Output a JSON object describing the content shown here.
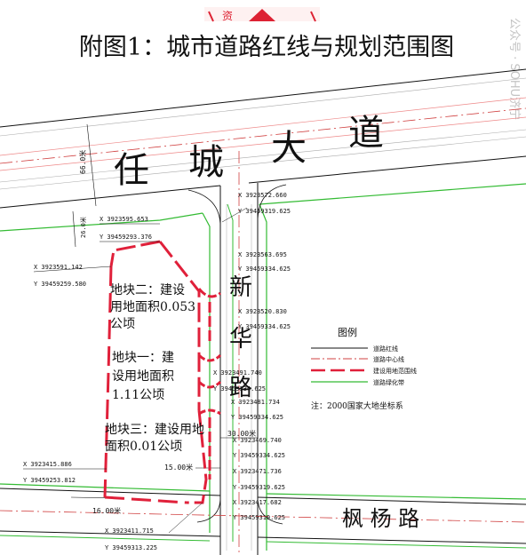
{
  "stamp_text": "资",
  "title": "附图1：城市道路红线与规划范围图",
  "roads": {
    "rencheng": [
      "任",
      "城",
      "大",
      "道"
    ],
    "xinhua": [
      "新",
      "华",
      "路"
    ],
    "fengyang": "枫 杨 路"
  },
  "widths": {
    "rencheng": "66.0米",
    "side": "26.0米",
    "xinhua": "30.00米",
    "mid": "15.00米",
    "fengyang": "16.00米"
  },
  "parcels": {
    "two": [
      "地块二：建设",
      "用地面积0.053",
      "公顷"
    ],
    "one": [
      "地块一：建",
      "设用地面积",
      "1.11公顷"
    ],
    "three": [
      "地块三：建设用地",
      "面积0.01公顷"
    ]
  },
  "coords": [
    "X 3923572.660",
    "Y 39459319.625",
    "X 3923595.653",
    "Y 39459293.376",
    "X 3923591.142",
    "Y 39459259.580",
    "X 3923563.695",
    "Y 39459334.625",
    "X 3923520.830",
    "Y 39459334.625",
    "X 3923491.740",
    "Y 39459334.625",
    "X 3923481.734",
    "Y 39459334.625",
    "X 3923469.740",
    "Y 39459334.625",
    "X 3923471.736",
    "Y 39459319.625",
    "X 3923417.682",
    "Y 39459319.625",
    "X 3923415.886",
    "Y 39459253.812",
    "X 3923411.715",
    "Y 39459313.225"
  ],
  "legend": {
    "title": "图例",
    "items": [
      {
        "label": "道路红线",
        "color": "#111111"
      },
      {
        "label": "道路中心线",
        "color": "#d04040"
      },
      {
        "label": "建设用地范围线",
        "color": "#e0203a"
      },
      {
        "label": "道路绿化带",
        "color": "#33bb33"
      }
    ],
    "note": "注：2000国家大地坐标系"
  },
  "watermark": "公众号 · SOHU济宁"
}
